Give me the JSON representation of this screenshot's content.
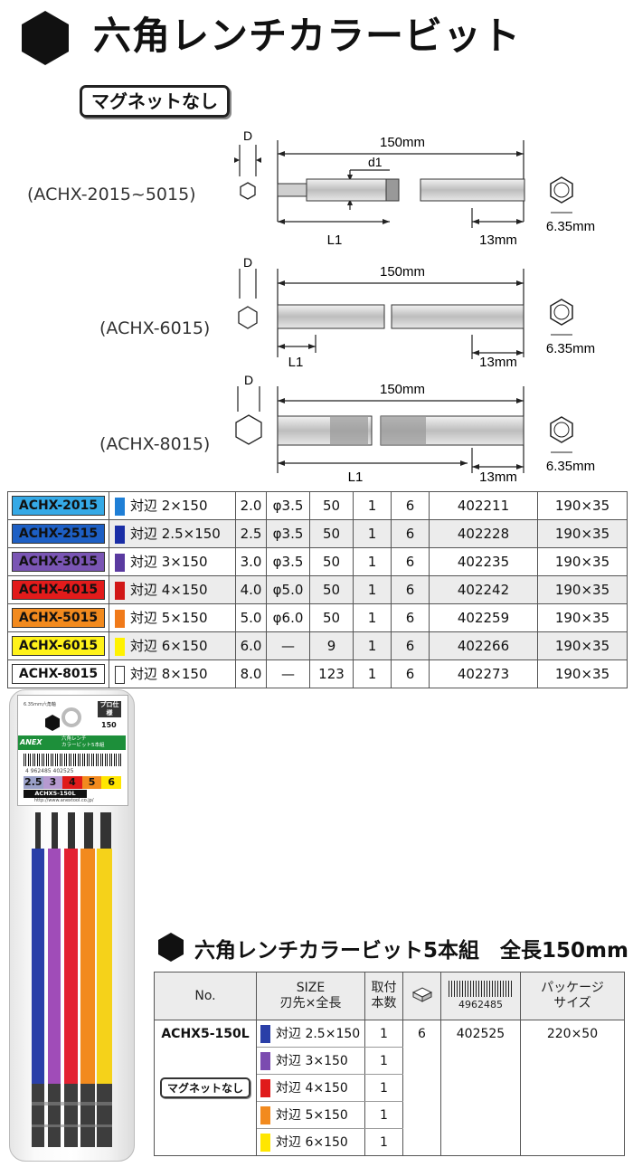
{
  "header": {
    "title": "六角レンチカラービット",
    "magnet_label": "マグネットなし"
  },
  "diagrams": [
    {
      "model_range": "(ACHX-2015~5015)",
      "dim_D": "D",
      "dim_length": "150mm",
      "dim_d1": "d1",
      "dim_L1": "L1",
      "dim_shank": "13mm",
      "dim_hex": "6.35mm"
    },
    {
      "model_range": "(ACHX-6015)",
      "dim_D": "D",
      "dim_length": "150mm",
      "dim_L1": "L1",
      "dim_shank": "13mm",
      "dim_hex": "6.35mm"
    },
    {
      "model_range": "(ACHX-8015)",
      "dim_D": "D",
      "dim_length": "150mm",
      "dim_L1": "L1",
      "dim_shank": "13mm",
      "dim_hex": "6.35mm"
    }
  ],
  "spec_rows": [
    {
      "code": "ACHX-2015",
      "color": "#35a9e6",
      "text_color": "#111",
      "swatch": "#1f7fd6",
      "size": "対辺 2×150",
      "d": "2.0",
      "d1": "φ3.5",
      "l1": "50",
      "qty": "1",
      "pack": "6",
      "jan": "402211",
      "pkg": "190×35"
    },
    {
      "code": "ACHX-2515",
      "color": "#1d5fc4",
      "text_color": "#111",
      "swatch": "#1a2ea6",
      "size": "対辺 2.5×150",
      "d": "2.5",
      "d1": "φ3.5",
      "l1": "50",
      "qty": "1",
      "pack": "6",
      "jan": "402228",
      "pkg": "190×35"
    },
    {
      "code": "ACHX-3015",
      "color": "#7a55b4",
      "text_color": "#111",
      "swatch": "#5a3aa0",
      "size": "対辺 3×150",
      "d": "3.0",
      "d1": "φ3.5",
      "l1": "50",
      "qty": "1",
      "pack": "6",
      "jan": "402235",
      "pkg": "190×35"
    },
    {
      "code": "ACHX-4015",
      "color": "#e21b1b",
      "text_color": "#111",
      "swatch": "#d11717",
      "size": "対辺 4×150",
      "d": "4.0",
      "d1": "φ5.0",
      "l1": "50",
      "qty": "1",
      "pack": "6",
      "jan": "402242",
      "pkg": "190×35"
    },
    {
      "code": "ACHX-5015",
      "color": "#f28a1e",
      "text_color": "#111",
      "swatch": "#f07a1a",
      "size": "対辺 5×150",
      "d": "5.0",
      "d1": "φ6.0",
      "l1": "50",
      "qty": "1",
      "pack": "6",
      "jan": "402259",
      "pkg": "190×35"
    },
    {
      "code": "ACHX-6015",
      "color": "#fff21a",
      "text_color": "#111",
      "swatch": "#fff200",
      "size": "対辺 6×150",
      "d": "6.0",
      "d1": "—",
      "l1": "9",
      "qty": "1",
      "pack": "6",
      "jan": "402266",
      "pkg": "190×35"
    },
    {
      "code": "ACHX-8015",
      "color": "#ffffff",
      "text_color": "#111",
      "swatch": "#ffffff",
      "size": "対辺 8×150",
      "d": "8.0",
      "d1": "—",
      "l1": "123",
      "qty": "1",
      "pack": "6",
      "jan": "402273",
      "pkg": "190×35"
    }
  ],
  "package": {
    "note": "6.35mm六角軸",
    "pro_label": "プロ仕様",
    "length": "150",
    "brand": "ANEX",
    "name_line1": "六角レンチ",
    "name_line2": "カラービット5本組",
    "barcode": "4 962485 402525",
    "sizes": [
      {
        "label": "2.5",
        "color": "#2a3fa8"
      },
      {
        "label": "3",
        "color": "#7b4bb0"
      },
      {
        "label": "4",
        "color": "#e01a1a"
      },
      {
        "label": "5",
        "color": "#f28a1e"
      },
      {
        "label": "6",
        "color": "#ffe600"
      }
    ],
    "code": "ACHX5-150L",
    "url": "http://www.anextool.co.jp/"
  },
  "set_section": {
    "title": "六角レンチカラービット5本組　全長150mm",
    "headers": {
      "no": "No.",
      "size_line1": "SIZE",
      "size_line2": "刃先×全長",
      "qty_line1": "取付",
      "qty_line2": "本数",
      "jan_number": "4962485",
      "pkg_line1": "パッケージ",
      "pkg_line2": "サイズ"
    },
    "product_no": "ACHX5-150L",
    "magnet_label": "マグネットなし",
    "pack": "6",
    "jan": "402525",
    "pkg": "220×50",
    "items": [
      {
        "size": "対辺 2.5×150",
        "qty": "1",
        "swatch": "#2a3fa8"
      },
      {
        "size": "対辺 3×150",
        "qty": "1",
        "swatch": "#7b4bb0"
      },
      {
        "size": "対辺 4×150",
        "qty": "1",
        "swatch": "#e01a1a"
      },
      {
        "size": "対辺 5×150",
        "qty": "1",
        "swatch": "#f28a1e"
      },
      {
        "size": "対辺 6×150",
        "qty": "1",
        "swatch": "#ffe600"
      }
    ]
  }
}
